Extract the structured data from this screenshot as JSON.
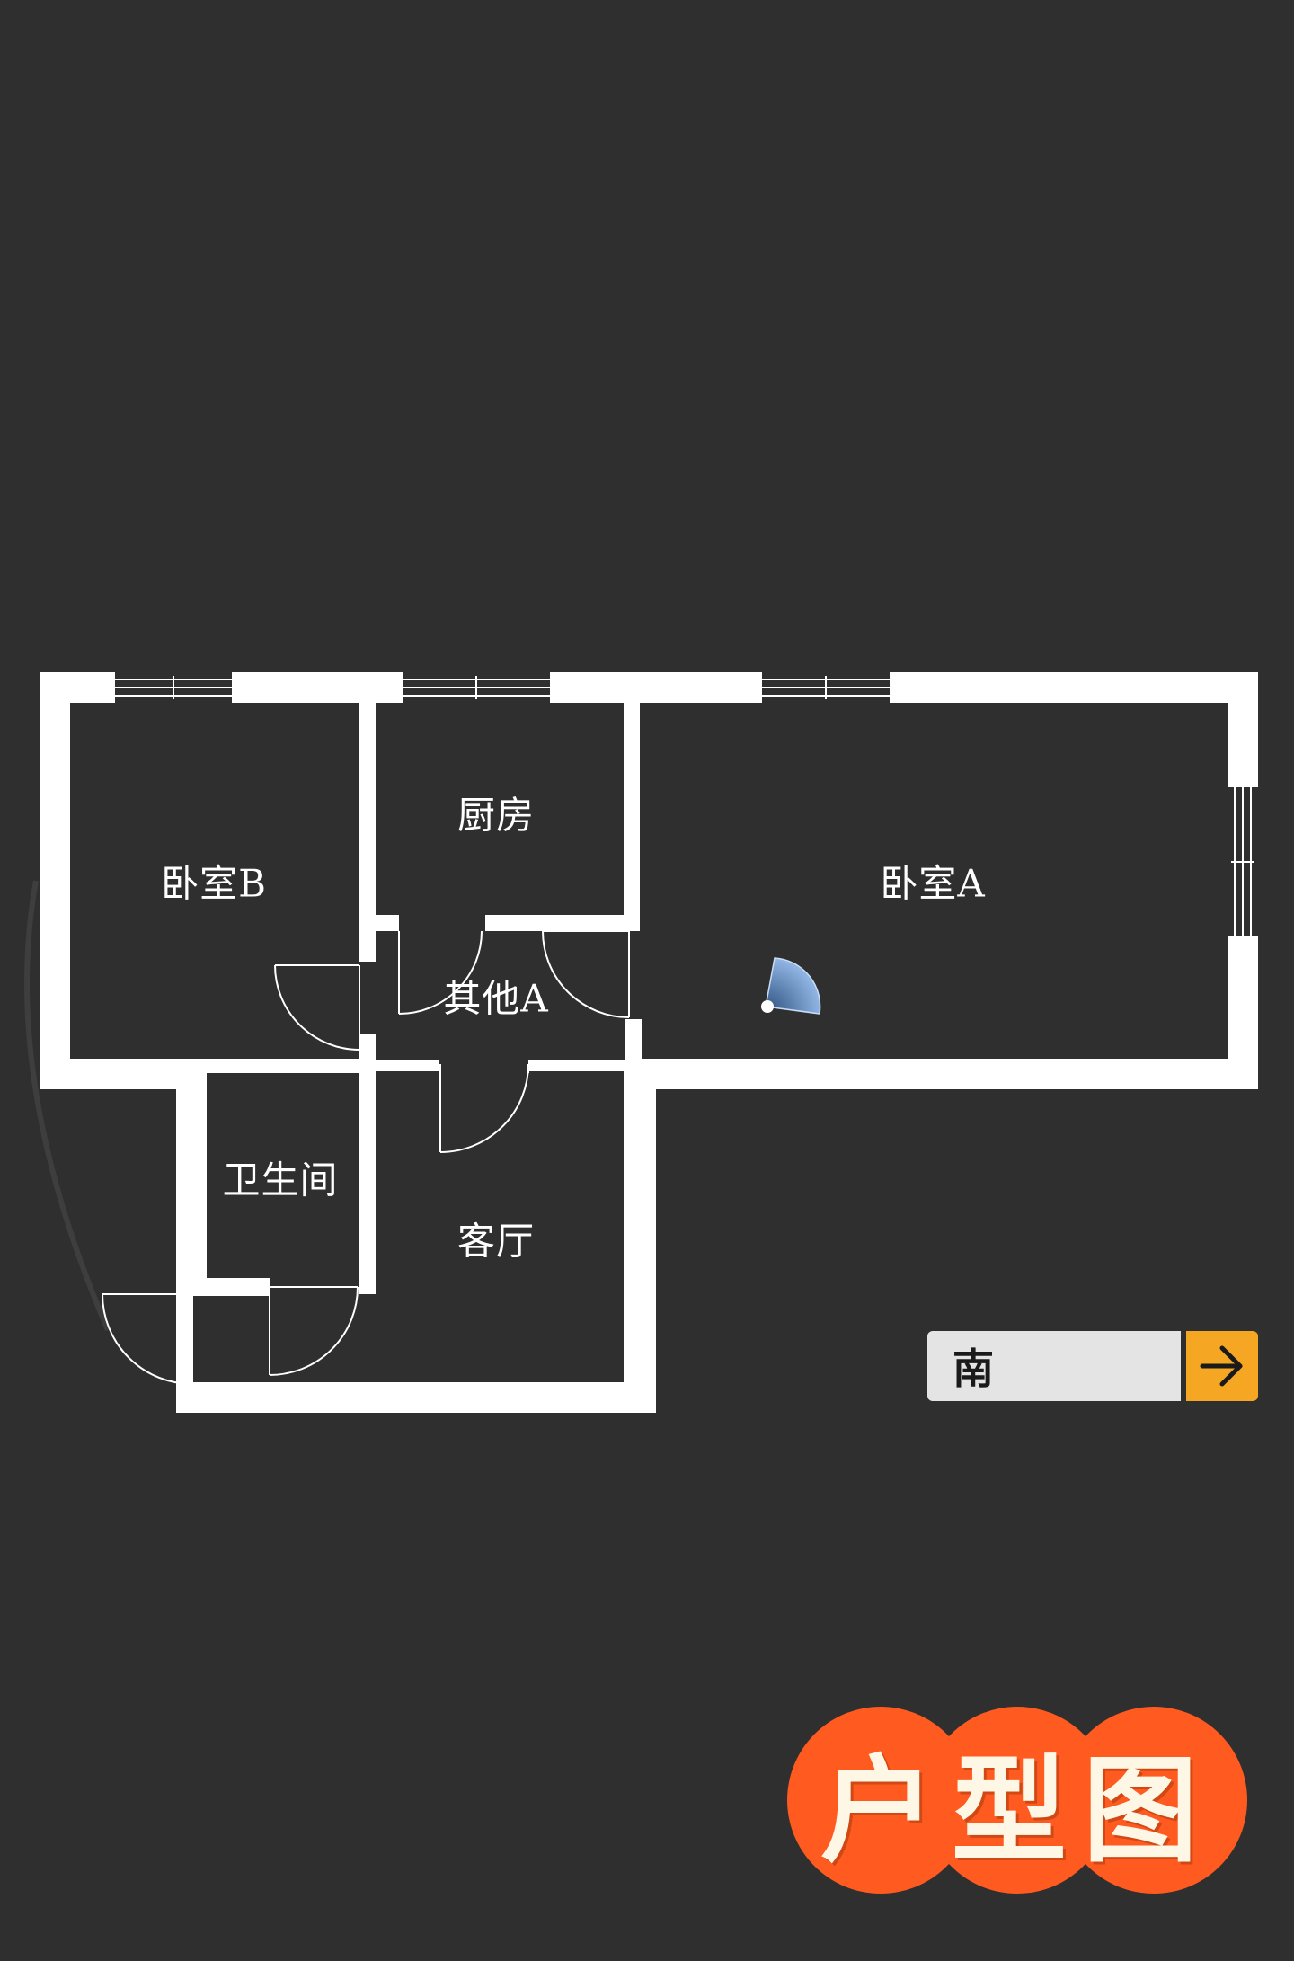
{
  "rooms": {
    "bedroom_b": "卧室B",
    "kitchen": "厨房",
    "bedroom_a": "卧室A",
    "other_a": "其他A",
    "bathroom": "卫生间",
    "living_room": "客厅"
  },
  "compass": {
    "direction": "南",
    "arrow_icon": "arrow-right-icon"
  },
  "badge": {
    "text": "户型图"
  },
  "colors": {
    "background": "#2f2f2f",
    "wall": "#ffffff",
    "compass_box": "#e4e4e4",
    "compass_arrow": "#f5a623",
    "badge": "#ff5a1f",
    "viewpoint": "#4a7fc0"
  }
}
